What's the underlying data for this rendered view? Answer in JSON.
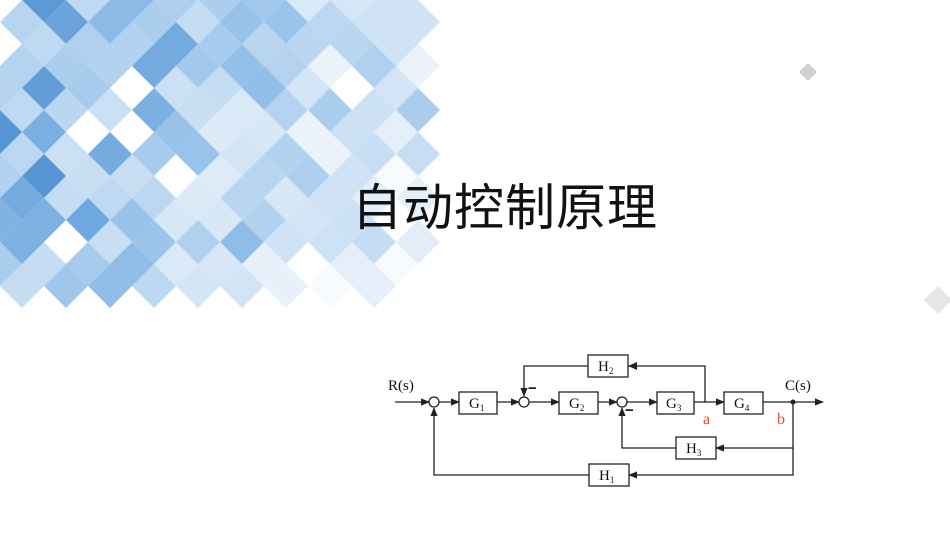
{
  "slide": {
    "title": "自动控制原理",
    "colors": {
      "mosaic_light": "#dce9f7",
      "mosaic_mid": "#8fbde8",
      "mosaic_dark": "#3d7fc6",
      "point_labels": "#e8501c",
      "wires": "#222222"
    }
  },
  "diagram": {
    "input": "R(s)",
    "output": "C(s)",
    "blocks": {
      "G1": {
        "main": "G",
        "sub": "1"
      },
      "G2": {
        "main": "G",
        "sub": "2"
      },
      "G3": {
        "main": "G",
        "sub": "3"
      },
      "G4": {
        "main": "G",
        "sub": "4"
      },
      "H1": {
        "main": "H",
        "sub": "1"
      },
      "H2": {
        "main": "H",
        "sub": "2"
      },
      "H3": {
        "main": "H",
        "sub": "3"
      }
    },
    "points": {
      "a": "a",
      "b": "b"
    },
    "sign_minus": "−"
  }
}
